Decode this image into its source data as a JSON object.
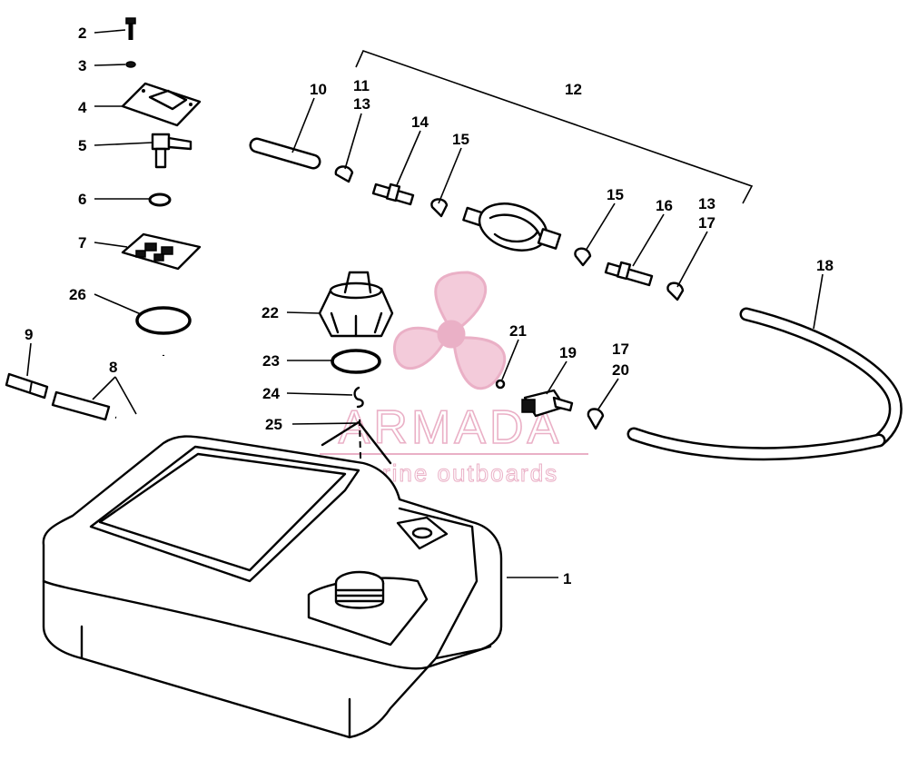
{
  "callouts": [
    {
      "id": "c2",
      "text": "2"
    },
    {
      "id": "c3",
      "text": "3"
    },
    {
      "id": "c4",
      "text": "4"
    },
    {
      "id": "c5",
      "text": "5"
    },
    {
      "id": "c6",
      "text": "6"
    },
    {
      "id": "c7",
      "text": "7"
    },
    {
      "id": "c26",
      "text": "26"
    },
    {
      "id": "c9",
      "text": "9"
    },
    {
      "id": "c8",
      "text": "8"
    },
    {
      "id": "c10",
      "text": "10"
    },
    {
      "id": "c11",
      "text": "11"
    },
    {
      "id": "c13a",
      "text": "13"
    },
    {
      "id": "c12",
      "text": "12"
    },
    {
      "id": "c14",
      "text": "14"
    },
    {
      "id": "c15a",
      "text": "15"
    },
    {
      "id": "c15b",
      "text": "15"
    },
    {
      "id": "c16",
      "text": "16"
    },
    {
      "id": "c13b",
      "text": "13"
    },
    {
      "id": "c17a",
      "text": "17"
    },
    {
      "id": "c18",
      "text": "18"
    },
    {
      "id": "c22",
      "text": "22"
    },
    {
      "id": "c21",
      "text": "21"
    },
    {
      "id": "c19",
      "text": "19"
    },
    {
      "id": "c17b",
      "text": "17"
    },
    {
      "id": "c20",
      "text": "20"
    },
    {
      "id": "c23",
      "text": "23"
    },
    {
      "id": "c24",
      "text": "24"
    },
    {
      "id": "c25",
      "text": "25"
    },
    {
      "id": "c1",
      "text": "1"
    }
  ],
  "watermark": {
    "brand": "ARMADA",
    "tagline": "marine outboards",
    "color": "#e7a3bd"
  }
}
